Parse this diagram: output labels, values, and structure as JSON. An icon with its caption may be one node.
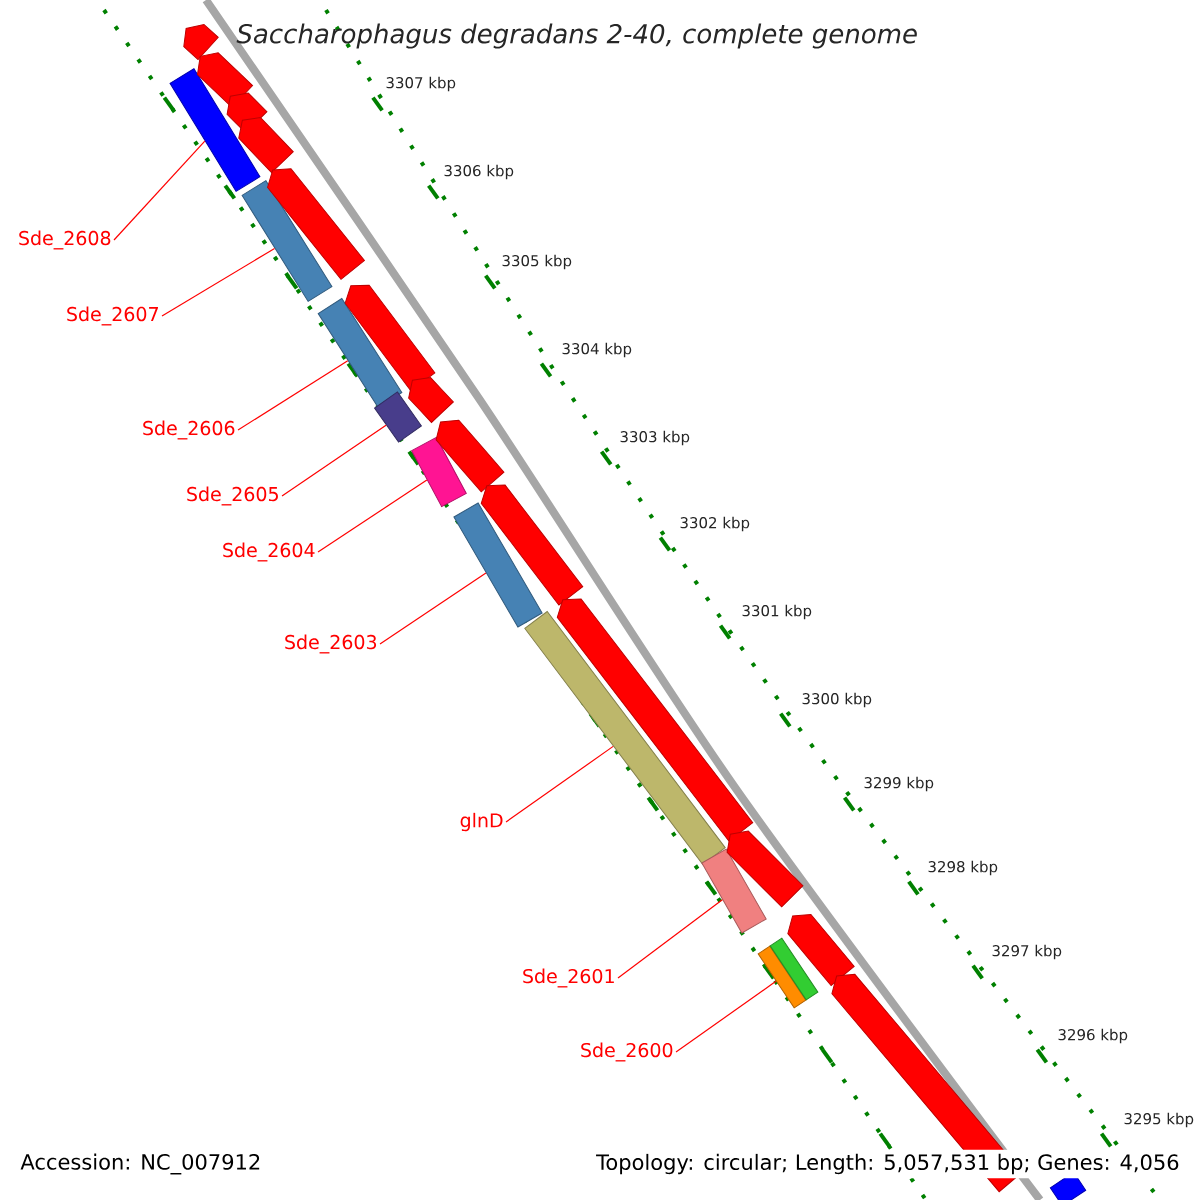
{
  "diagram": {
    "title": "Saccharophagus degradans 2-40, complete genome",
    "nodes": [
      {
        "text": [
          "Sde_2608"
        ]
      },
      {
        "text": [
          "Sde_2607"
        ]
      },
      {
        "text": [
          "Sde_2606"
        ]
      },
      {
        "text": [
          "Sde_2605"
        ]
      },
      {
        "text": [
          "Sde_2604"
        ]
      },
      {
        "text": [
          "Sde_2603"
        ]
      },
      {
        "text": [
          "glnD"
        ]
      },
      {
        "text": [
          "Sde_2601"
        ]
      },
      {
        "text": [
          "Sde_2600"
        ]
      },
      {
        "text": [],
        "shape": "bar"
      },
      {
        "text": [],
        "shape": "bar"
      },
      {
        "text": [],
        "shape": "bar"
      },
      {
        "text": [],
        "shape": "bar"
      },
      {
        "text": [],
        "shape": "bar"
      },
      {
        "text": [],
        "shape": "bar"
      },
      {
        "text": [],
        "shape": "bar"
      },
      {
        "text": [],
        "shape": "bar"
      },
      {
        "text": [],
        "shape": "bar"
      },
      {
        "text": [],
        "shape": "bar"
      },
      {
        "text": [],
        "shape": "bar"
      },
      {
        "text": [],
        "shape": "arrow"
      },
      {
        "text": [],
        "shape": "arrow"
      },
      {
        "text": [],
        "shape": "arrow"
      },
      {
        "text": [],
        "shape": "arrow"
      },
      {
        "text": [],
        "shape": "arrow"
      },
      {
        "text": [],
        "shape": "arrow"
      },
      {
        "text": [],
        "shape": "arrow"
      },
      {
        "text": [],
        "shape": "arrow"
      },
      {
        "text": [],
        "shape": "arrow"
      },
      {
        "text": [],
        "shape": "arrow"
      },
      {
        "text": [],
        "shape": "arrow"
      },
      {
        "text": [],
        "shape": "arrow"
      },
      {
        "text": [],
        "shape": "arrow"
      }
    ],
    "edges": [
      {
        "from": 0,
        "to": 9,
        "arrow": "none"
      },
      {
        "from": 1,
        "to": 10,
        "arrow": "none"
      },
      {
        "from": 2,
        "to": 11,
        "arrow": "none"
      },
      {
        "from": 3,
        "to": 12,
        "arrow": "none"
      },
      {
        "from": 4,
        "to": 13,
        "arrow": "none"
      },
      {
        "from": 5,
        "to": 14,
        "arrow": "none"
      },
      {
        "from": 6,
        "to": 15,
        "arrow": "none"
      },
      {
        "from": 7,
        "to": 16,
        "arrow": "none"
      },
      {
        "from": 8,
        "to": 17,
        "arrow": "none"
      }
    ],
    "labels": [
      "3307 kbp",
      "3306 kbp",
      "3305 kbp",
      "3304 kbp",
      "3303 kbp",
      "3302 kbp",
      "3301 kbp",
      "3300 kbp",
      "3299 kbp",
      "3298 kbp",
      "3297 kbp",
      "3296 kbp",
      "3295 kbp",
      "Accession: NC_007912",
      "Topology: circular; Length: 5,057,531 bp; Genes: 4,056"
    ]
  }
}
